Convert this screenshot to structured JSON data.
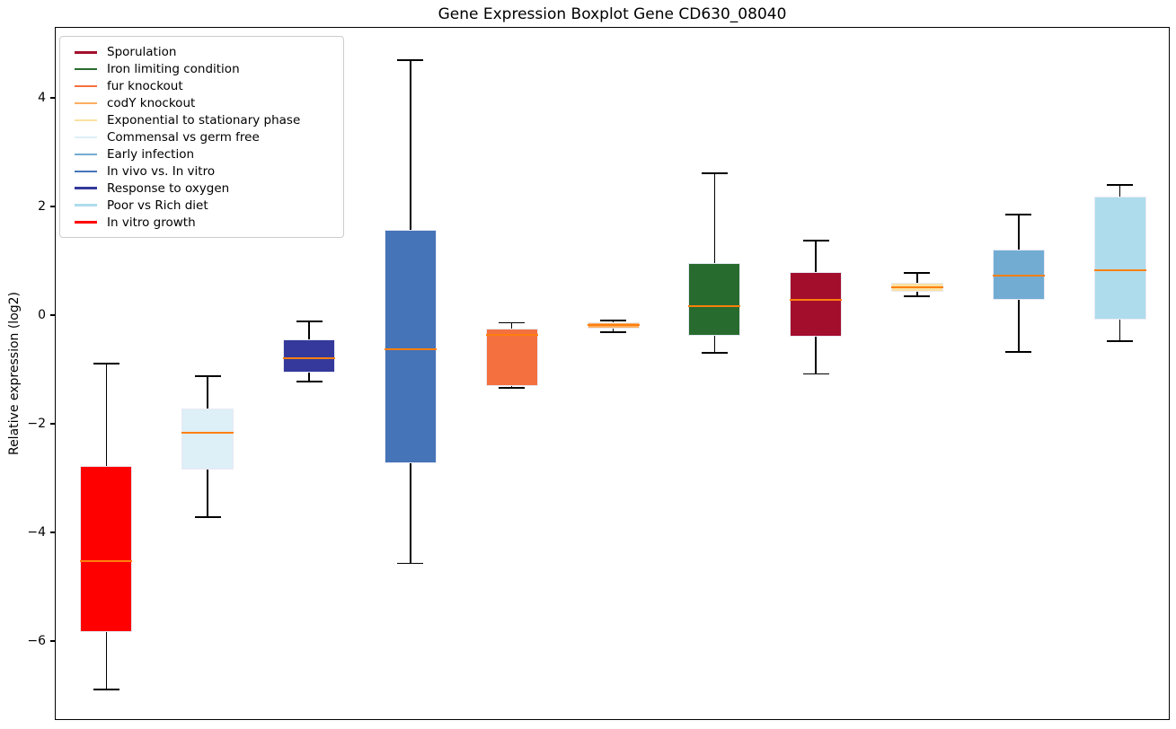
{
  "chart_data": {
    "type": "boxplot",
    "title": "Gene Expression Boxplot Gene CD630_08040",
    "ylabel": "Relative expression (log2)",
    "xlabel": "",
    "ylim": [
      -7.45,
      5.31
    ],
    "grid": false,
    "legend_position": "upper-left",
    "yticks": [
      {
        "label": "4",
        "value": 4
      },
      {
        "label": "2",
        "value": 2
      },
      {
        "label": "0",
        "value": 0
      },
      {
        "label": "−2",
        "value": -2
      },
      {
        "label": "−4",
        "value": -4
      },
      {
        "label": "−6",
        "value": -6
      }
    ],
    "colors": {
      "median_line": "#ff7f0e",
      "whisker": "#000000",
      "box_edge": "#e8eaf4",
      "axis": "#000000",
      "legend_border": "#cccccc"
    },
    "legend": [
      {
        "label": "Sporulation",
        "color": "#a40e2d"
      },
      {
        "label": "Iron limiting condition",
        "color": "#286b2e"
      },
      {
        "label": "fur knockout",
        "color": "#f5703f"
      },
      {
        "label": "codY knockout",
        "color": "#fcae60"
      },
      {
        "label": "Exponential to stationary phase",
        "color": "#fbe1a1"
      },
      {
        "label": "Commensal vs germ free",
        "color": "#ddeff7"
      },
      {
        "label": "Early infection",
        "color": "#73acd2"
      },
      {
        "label": "In vivo vs. In vitro",
        "color": "#4574b8"
      },
      {
        "label": "Response to oxygen",
        "color": "#34399b"
      },
      {
        "label": "Poor vs Rich diet",
        "color": "#aedcec"
      },
      {
        "label": "In vitro growth",
        "color": "#ff0000"
      }
    ],
    "boxes": [
      {
        "label": "In vitro growth",
        "color": "#ff0000",
        "whislo": -6.88,
        "q1": -5.82,
        "med": -4.51,
        "q3": -2.76,
        "whishi": -0.88
      },
      {
        "label": "Commensal vs germ free",
        "color": "#ddeff7",
        "whislo": -3.7,
        "q1": -2.83,
        "med": -2.15,
        "q3": -1.7,
        "whishi": -1.11
      },
      {
        "label": "Response to oxygen",
        "color": "#34399b",
        "whislo": -1.21,
        "q1": -1.04,
        "med": -0.78,
        "q3": -0.43,
        "whishi": -0.1
      },
      {
        "label": "In vivo vs. In vitro",
        "color": "#4574b8",
        "whislo": -4.55,
        "q1": -2.71,
        "med": -0.61,
        "q3": 1.59,
        "whishi": 4.71
      },
      {
        "label": "fur knockout",
        "color": "#f5703f",
        "whislo": -1.32,
        "q1": -1.29,
        "med": -0.35,
        "q3": -0.23,
        "whishi": -0.12
      },
      {
        "label": "codY knockout",
        "color": "#fcae60",
        "whislo": -0.3,
        "q1": -0.23,
        "med": -0.17,
        "q3": -0.12,
        "whishi": -0.08
      },
      {
        "label": "Iron limiting condition",
        "color": "#286b2e",
        "whislo": -0.68,
        "q1": -0.36,
        "med": 0.18,
        "q3": 0.98,
        "whishi": 2.63
      },
      {
        "label": "Sporulation",
        "color": "#a40e2d",
        "whislo": -1.07,
        "q1": -0.38,
        "med": 0.3,
        "q3": 0.81,
        "whishi": 1.39
      },
      {
        "label": "Exponential to stationary phase",
        "color": "#fbe1a1",
        "whislo": 0.36,
        "q1": 0.45,
        "med": 0.53,
        "q3": 0.61,
        "whishi": 0.79
      },
      {
        "label": "Early infection",
        "color": "#73acd2",
        "whislo": -0.66,
        "q1": 0.3,
        "med": 0.74,
        "q3": 1.22,
        "whishi": 1.87
      },
      {
        "label": "Poor vs Rich diet",
        "color": "#aedcec",
        "whislo": -0.46,
        "q1": -0.07,
        "med": 0.84,
        "q3": 2.2,
        "whishi": 2.41
      }
    ]
  }
}
